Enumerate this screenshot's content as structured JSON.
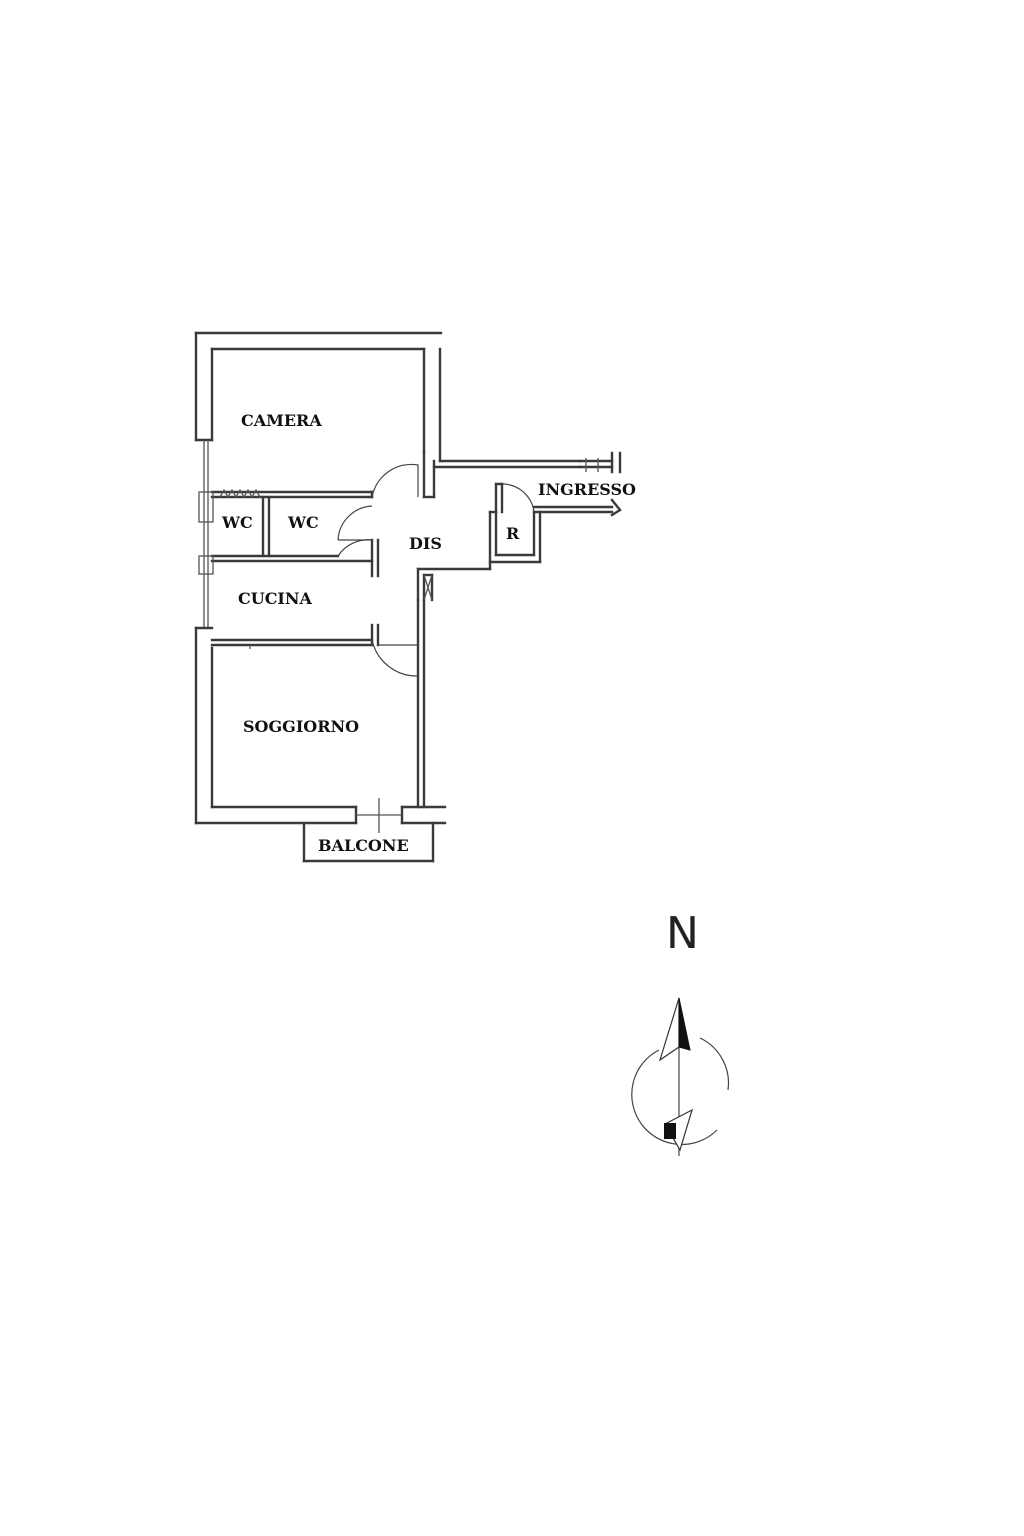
{
  "rooms": {
    "camera": "CAMERA",
    "wc_1": "WC",
    "wc_2": "WC",
    "dis": "DIS",
    "ingresso": "INGRESSO",
    "r": "R",
    "cucina": "CUCINA",
    "soggiorno": "SOGGIORNO",
    "balcone": "BALCONE"
  },
  "compass": {
    "letter": "N"
  }
}
